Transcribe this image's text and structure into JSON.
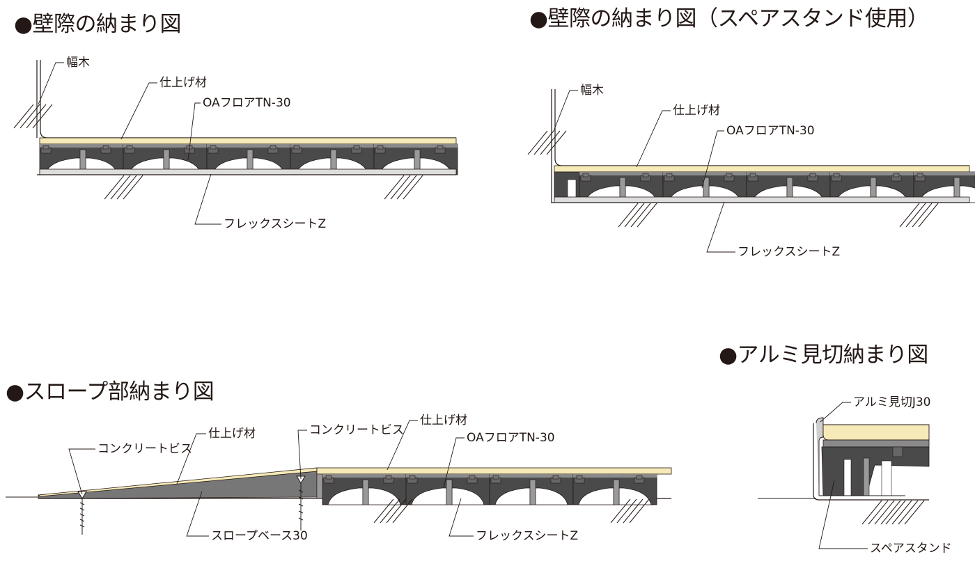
{
  "colors": {
    "ink": "#231815",
    "finish": "#f6eab8",
    "panel_dark": "#4a4a4a",
    "panel_mid": "#6b6b6b",
    "slope": "#777777",
    "aluminium": "#cfcfcf"
  },
  "bullet_icon": "filled-circle",
  "sections": {
    "wall_edge": {
      "title": "●壁際の納まり図",
      "labels": {
        "baseboard": "幅木",
        "finish": "仕上げ材",
        "oa_floor": "OAフロアTN-30",
        "flex_sheet": "フレックスシートZ"
      }
    },
    "wall_edge_spare": {
      "title": "●壁際の納まり図（スペアスタンド使用）",
      "labels": {
        "baseboard": "幅木",
        "finish": "仕上げ材",
        "oa_floor": "OAフロアTN-30",
        "flex_sheet": "フレックスシートZ"
      }
    },
    "slope": {
      "title": "●スロープ部納まり図",
      "labels": {
        "screw_left": "コンクリートビス",
        "finish_left": "仕上げ材",
        "screw_right": "コンクリートビス",
        "finish_right": "仕上げ材",
        "oa_floor": "OAフロアTN-30",
        "slope_base": "スロープベース30",
        "flex_sheet": "フレックスシートZ"
      }
    },
    "aluminium_edge": {
      "title": "●アルミ見切納まり図",
      "labels": {
        "trim": "アルミ見切J30",
        "spare_stand": "スペアスタンド"
      }
    }
  }
}
